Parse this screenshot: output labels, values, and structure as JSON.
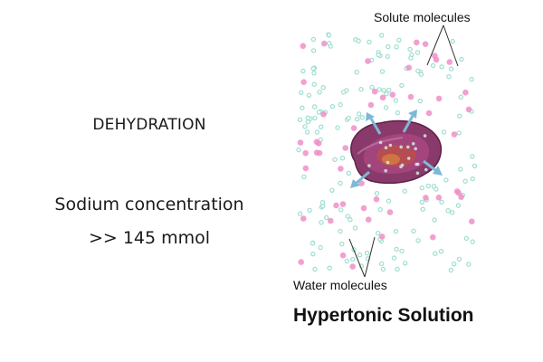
{
  "left_panel": {
    "title": "DEHYDRATION",
    "concentration_line1": "Sodium concentration",
    "concentration_line2": ">> 145 mmol"
  },
  "diagram": {
    "solute_label": "Solute molecules",
    "water_label": "Water molecules",
    "heading": "Hypertonic Solution",
    "colors": {
      "water": "#9fded2",
      "solute": "#ee8fc8",
      "cell": "#8a3a6a",
      "arrow": "#7cb9d6"
    }
  }
}
